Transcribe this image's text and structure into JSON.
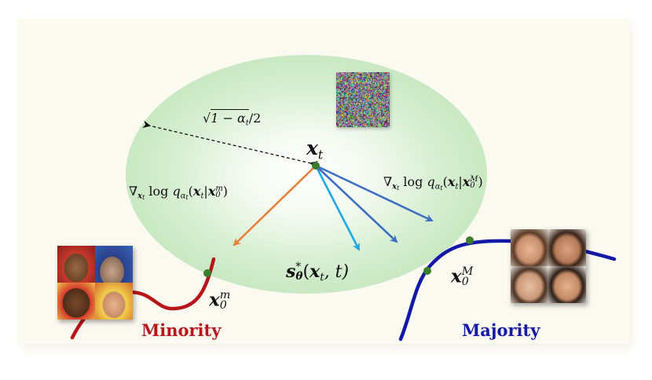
{
  "diagram": {
    "top_labels": {
      "xt": "x",
      "xt_sub": "t",
      "sqrt_expr": "√",
      "sqrt_inner": "1 − α",
      "sqrt_inner_sub": "t",
      "sqrt_div": "/2"
    },
    "left_gradient": {
      "nabla": "∇",
      "nabla_sub": "x",
      "nabla_subsub": "t",
      "log": " log ",
      "q": "q",
      "q_sub": "α",
      "q_subsub": "t",
      "args_open": "(",
      "args_x": "x",
      "args_x_sub": "t",
      "bar": "|",
      "args_x0": "x",
      "args_x0_sup": "m",
      "args_x0_sub": "0",
      "args_close": ")"
    },
    "right_gradient": {
      "nabla": "∇",
      "nabla_sub": "x",
      "nabla_subsub": "t",
      "log": " log ",
      "q": "q",
      "q_sub": "α",
      "q_subsub": "t",
      "args_open": "(",
      "args_x": "x",
      "args_x_sub": "t",
      "bar": "|",
      "args_x0": "x",
      "args_x0_sup": "M",
      "args_x0_sub": "0",
      "args_close": ")"
    },
    "score_label": {
      "s": "s",
      "s_sup": "*",
      "s_sub": "θ",
      "args_open": "(",
      "args_x": "x",
      "args_x_sub": "t",
      "args_rest": ", t)"
    },
    "minority_point_label": {
      "x": "x",
      "sup": "m",
      "sub": "0"
    },
    "majority_point_label": {
      "x": "x",
      "sup": "M",
      "sub": "0"
    },
    "minority_label": "Minority",
    "majority_label": "Majority",
    "colors": {
      "minority": "#b8151b",
      "majority": "#1418a8",
      "arrow_orange": "#e8803a",
      "arrow_cyan": "#1ea8e6",
      "arrow_blue": "#3f6fc2",
      "point_green": "#3a7d2a",
      "background_panel": "#fbfaf0",
      "ellipse_green": "#bfe3b9"
    }
  }
}
